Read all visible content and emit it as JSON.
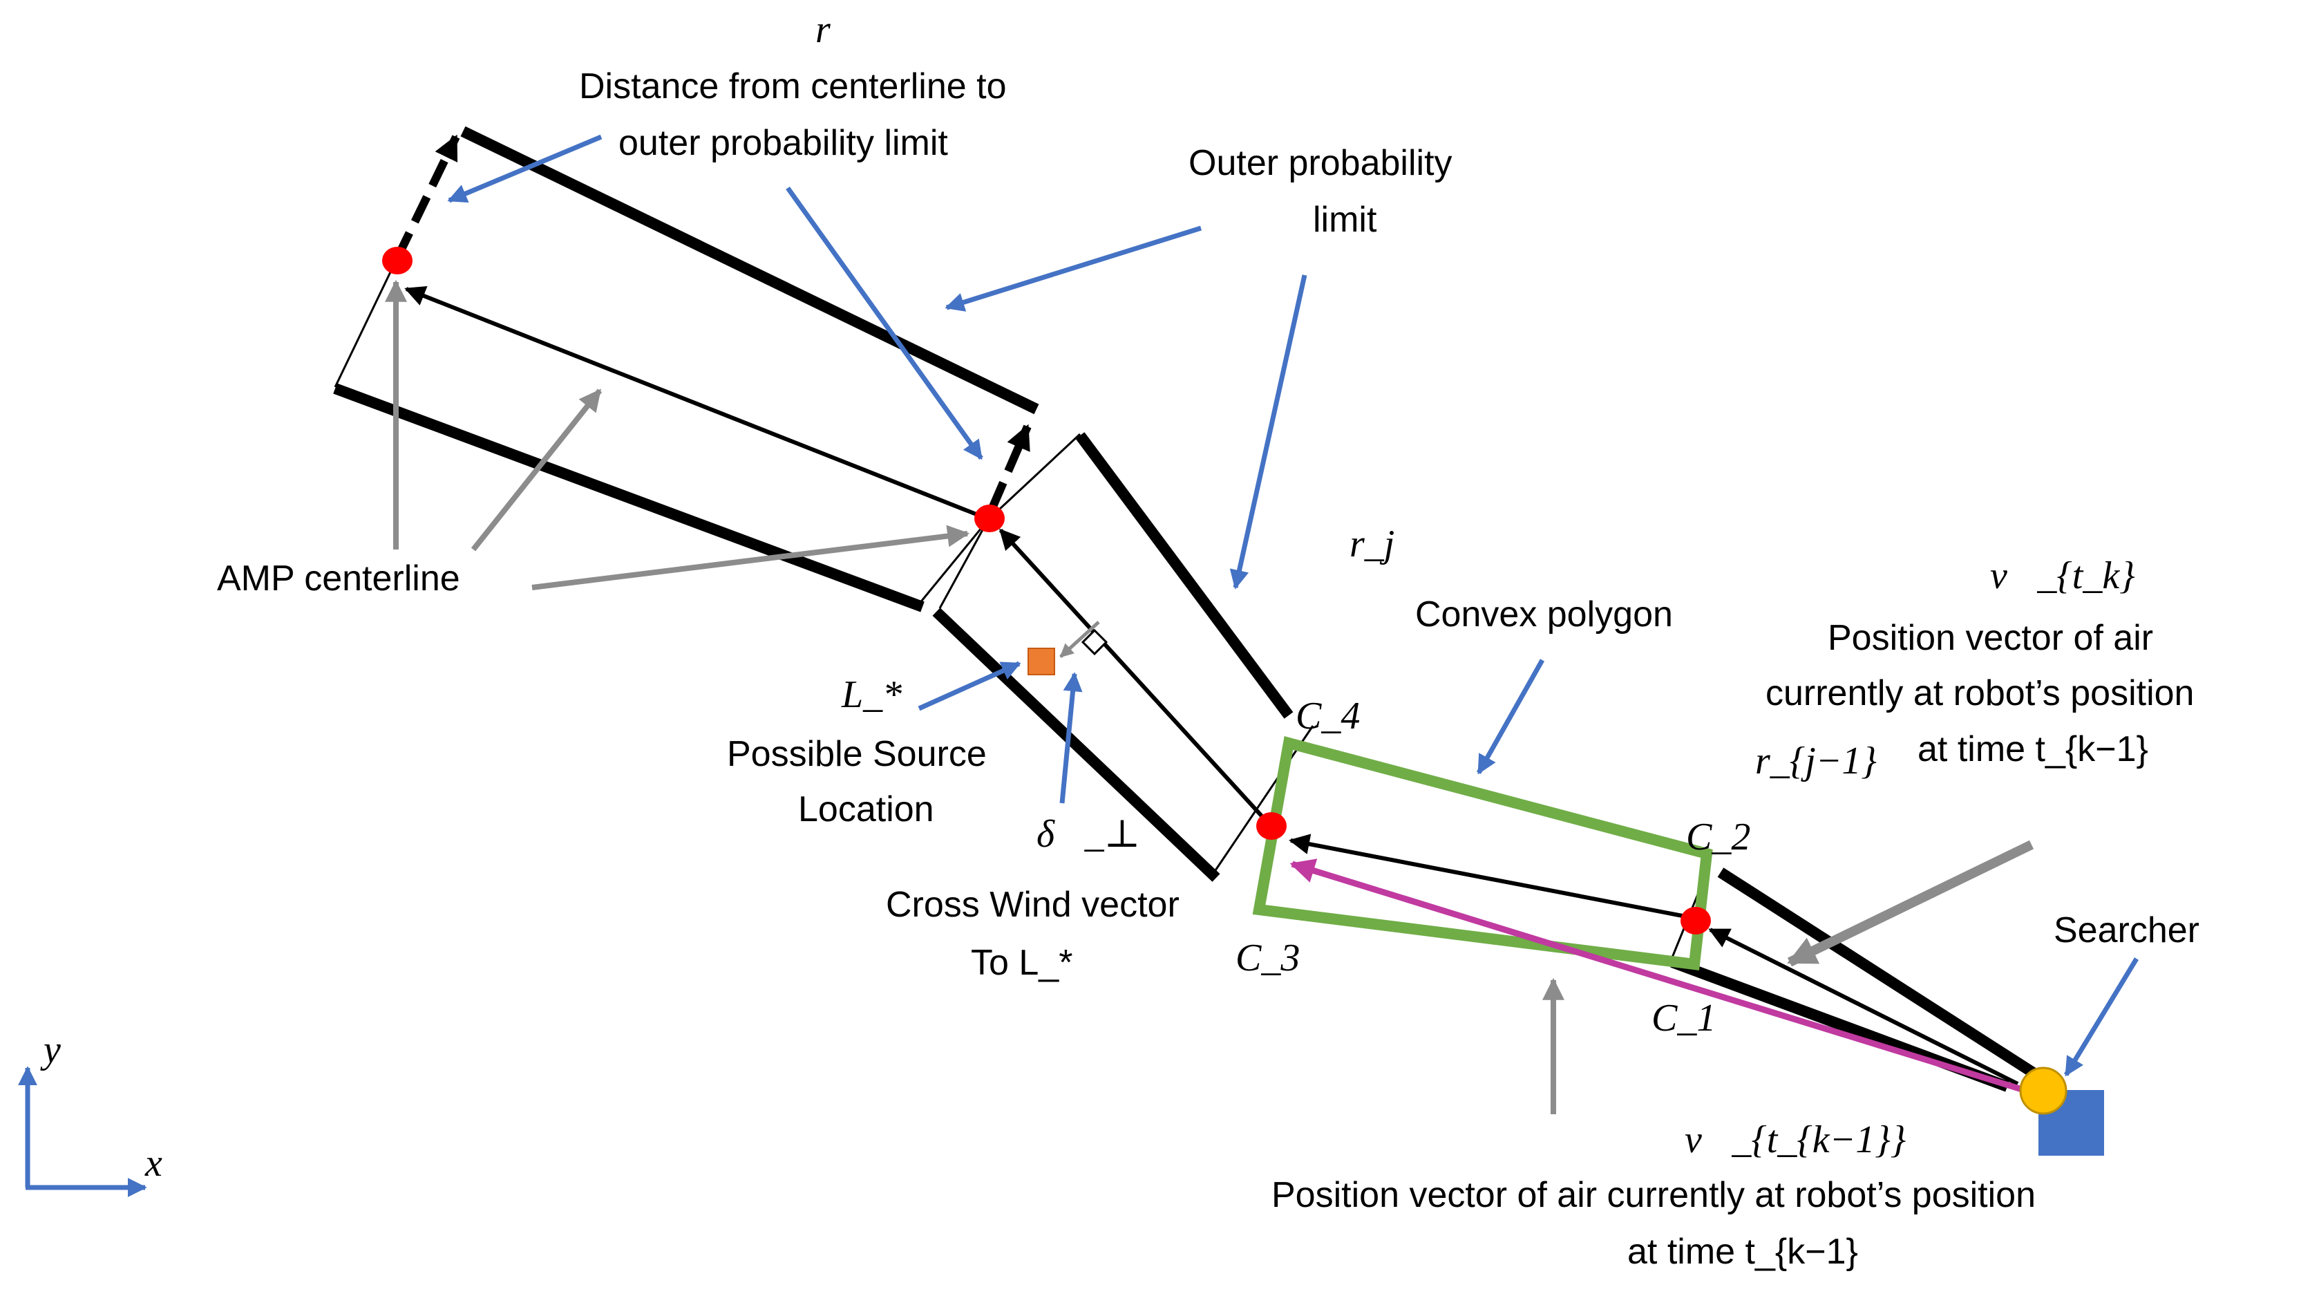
{
  "colors": {
    "black": "#000000",
    "blue_arrow": "#4472c4",
    "gray_arrow": "#8c8c8c",
    "polygon": "#70ad47",
    "magenta": "#c03aa0",
    "point": "#ff0000",
    "source": "#ed7d31",
    "searcher_circle": "#ffc000",
    "searcher_square": "#4472c4"
  },
  "icons": {
    "searcher_circle": "circle",
    "searcher_square": "square",
    "source_marker": "square",
    "cross_wind_marker": "diamond"
  },
  "labels": {
    "r": "r",
    "r_description_line1": "Distance from centerline to",
    "r_description_line2": "outer probability limit",
    "outer_limit_line1": "Outer probability",
    "outer_limit_line2": "limit",
    "amp_centerline": "AMP centerline",
    "r_j": "r_j",
    "convex_polygon": "Convex polygon",
    "v_tk_symbol": "v⃗_{t_k}",
    "v_tk_line1": "Position vector of air",
    "v_tk_line2": "currently at robot’s position",
    "v_tk_line3": "at time t_{k−1}",
    "r_j_minus_1": "r_{j−1}",
    "c4": "C_4",
    "c2": "C_2",
    "c3": "C_3",
    "c1": "C_1",
    "searcher": "Searcher",
    "l_star": "L_*",
    "possible_source_line1": "Possible Source",
    "possible_source_line2": "Location",
    "delta_symbol": "δ⃗_⊥",
    "cross_wind_line1": "Cross Wind vector",
    "cross_wind_line2": "To L_*",
    "v_tk1_symbol": "v⃗_{t_{k−1}}",
    "v_tk1_line1": "Position vector of air currently at robot’s position",
    "v_tk1_line2": "at time t_{k−1}",
    "axis_y": "y",
    "axis_x": "x"
  }
}
